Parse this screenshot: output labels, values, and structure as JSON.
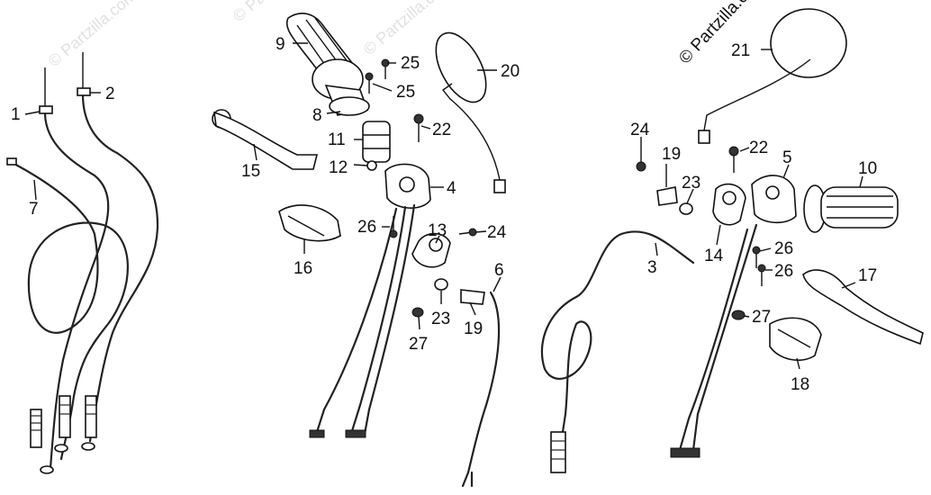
{
  "watermarks": [
    "© Partzilla.com",
    "© Partzilla.com",
    "© Partzilla.com"
  ],
  "copyright": "© Partzilla.com",
  "callouts": [
    "1",
    "2",
    "7",
    "9",
    "25",
    "25",
    "8",
    "20",
    "22",
    "11",
    "12",
    "15",
    "4",
    "16",
    "26",
    "13",
    "24",
    "6",
    "23",
    "27",
    "19",
    "21",
    "24",
    "19",
    "22",
    "5",
    "10",
    "23",
    "14",
    "3",
    "26",
    "26",
    "17",
    "27",
    "18"
  ]
}
